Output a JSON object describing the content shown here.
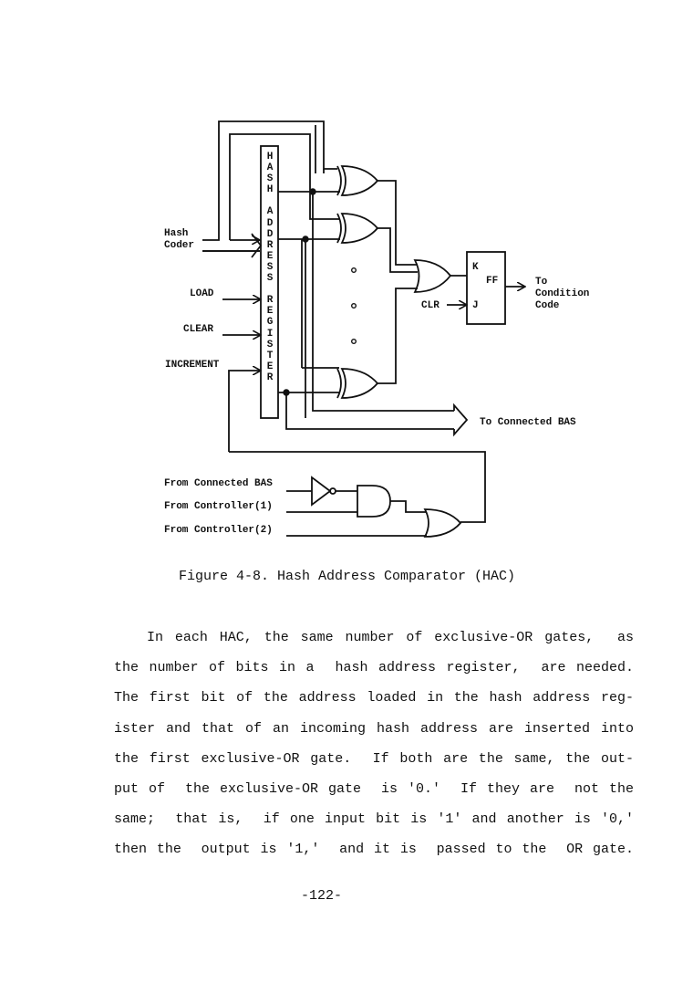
{
  "figure": {
    "register_label_letters": "H\nA\nS\nH\n\nA\nD\nD\nR\nE\nS\nS\n\nR\nE\nG\nI\nS\nT\nE\nR",
    "inputs": {
      "hash_coder": "Hash\nCoder",
      "load": "LOAD",
      "clear": "CLEAR",
      "increment": "INCREMENT"
    },
    "flip_flop": {
      "k": "K",
      "ff": "FF",
      "j": "J",
      "clr": "CLR",
      "output": "To\nCondition\nCode"
    },
    "bus_output": "To Connected BAS",
    "control_inputs": {
      "from_connected_bas": "From Connected BAS",
      "from_controller_1": "From Controller(1)",
      "from_controller_2": "From Controller(2)"
    },
    "caption": "Figure 4-8. Hash Address Comparator (HAC)"
  },
  "body": {
    "lines": [
      "In each HAC, the same number of exclusive-OR gates,  as",
      "the number of bits in a  hash address register,  are needed.",
      "The first bit of the address loaded in the hash address reg-",
      "ister and that of an incoming hash address are inserted into",
      "the first exclusive-OR gate.  If both are the same, the out-",
      "put of  the exclusive-OR gate  is '0.'  If they are  not the",
      "same;  that is,  if one input bit is '1' and another is '0,'",
      "then the  output is '1,'  and it is  passed to the  OR gate."
    ]
  },
  "page_number": "-122-"
}
